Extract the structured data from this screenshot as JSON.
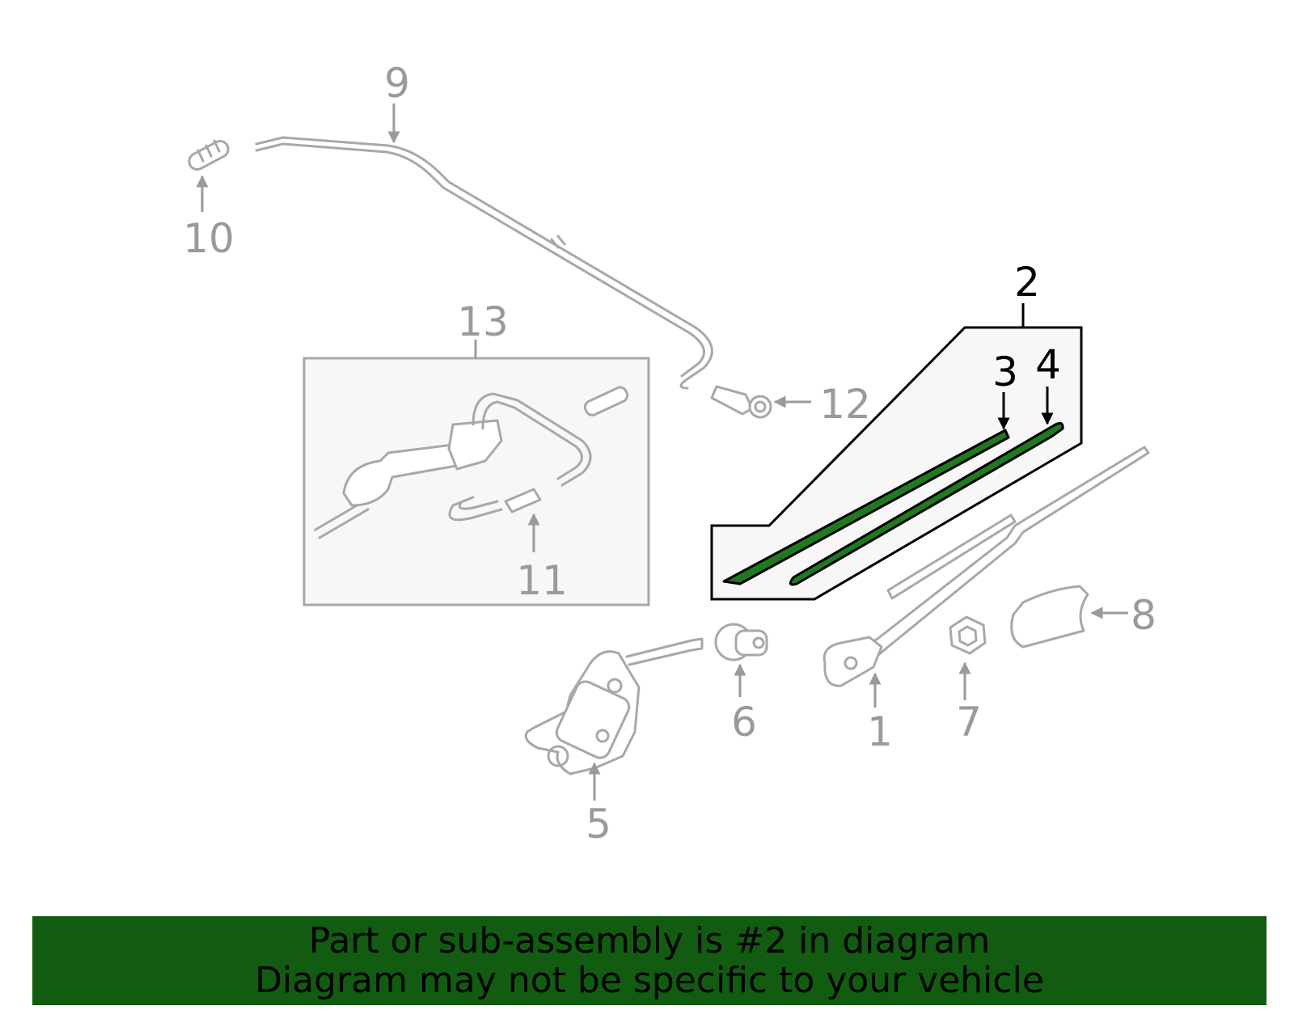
{
  "callouts": {
    "c1": "1",
    "c2": "2",
    "c3": "3",
    "c4": "4",
    "c5": "5",
    "c6": "6",
    "c7": "7",
    "c8": "8",
    "c9": "9",
    "c10": "10",
    "c11": "11",
    "c12": "12",
    "c13": "13"
  },
  "highlighted_part": "2",
  "colors": {
    "highlight": "#115c11",
    "part_line": "#a8a8a8",
    "label_gray": "#9a9a9a",
    "label_active": "#000000"
  },
  "banner": {
    "line1": "Part or sub-assembly is #2 in diagram",
    "line2": "Diagram may not be specific to your vehicle"
  }
}
